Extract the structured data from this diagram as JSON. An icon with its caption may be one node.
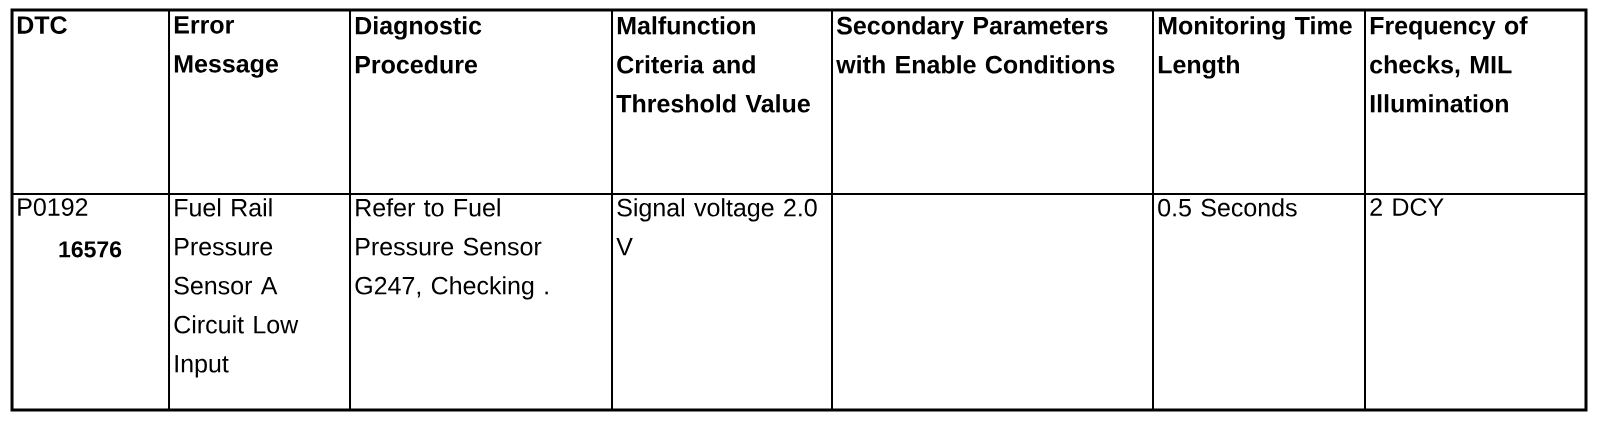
{
  "diagram": {
    "labels": [
      "DTC",
      "Error Message",
      "Diagnostic Procedure",
      "Malfunction Criteria and Threshold Value",
      "Secondary Parameters with Enable Conditions",
      "Monitoring Time Length",
      "Frequency of checks, MIL Illumination",
      "P0192",
      "16576",
      "Fuel Rail Pressure Sensor A Circuit Low Input",
      "Refer to Fuel Pressure Sensor G247, Checking .",
      "Signal voltage 2.0 V",
      "0.5 Seconds",
      "2 DCY"
    ]
  }
}
